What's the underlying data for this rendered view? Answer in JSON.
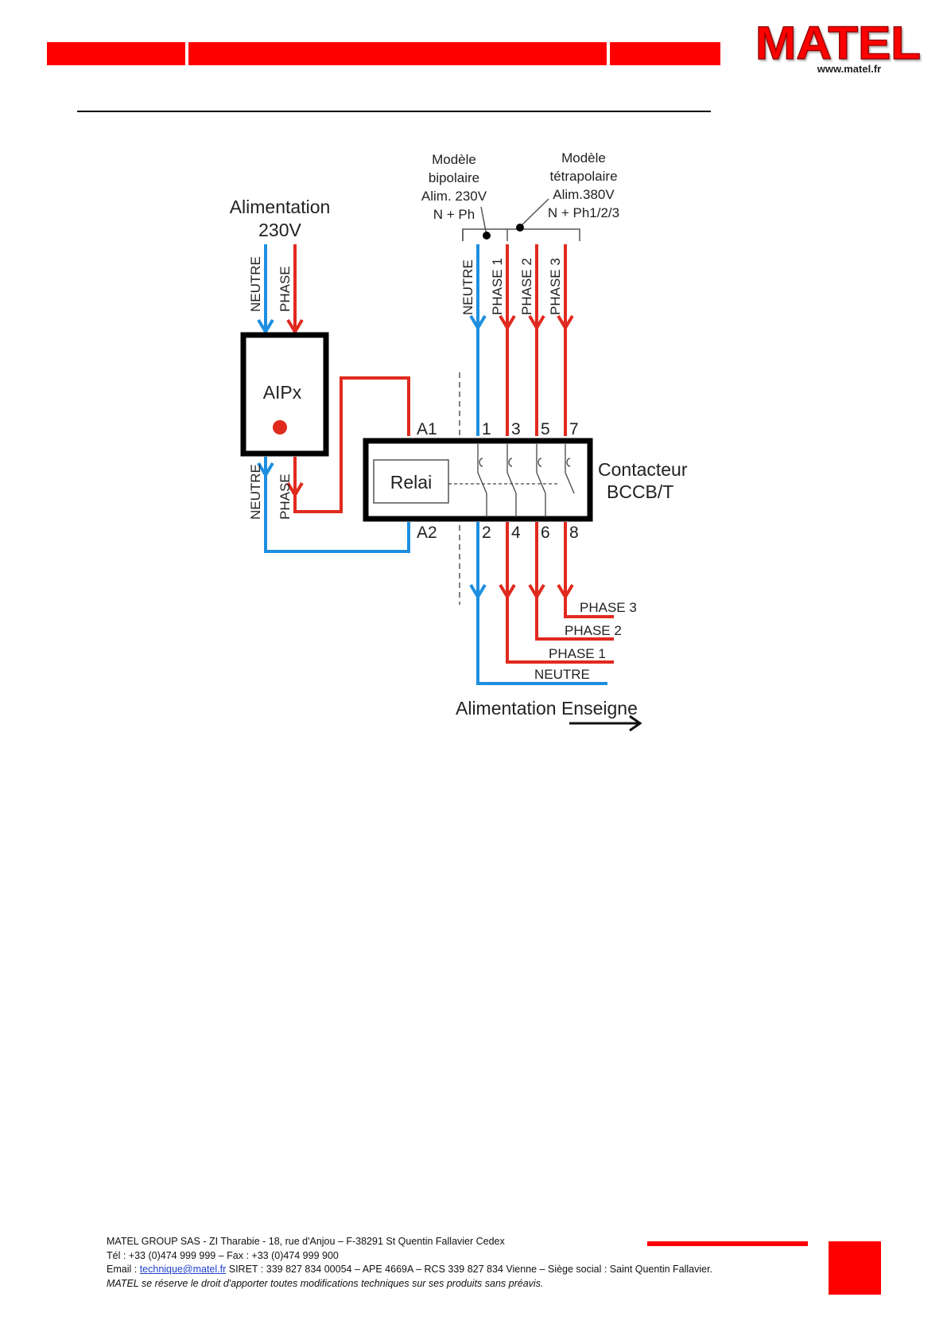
{
  "header": {
    "logo_text": "MATEL",
    "website": "www.matel.fr",
    "accent_color": "#ff0000"
  },
  "diagram": {
    "alimentation_title_line1": "Alimentation",
    "alimentation_title_line2": "230V",
    "in_neutre": "NEUTRE",
    "in_phase": "PHASE",
    "aipx_label": "AIPx",
    "aipx_out_neutre": "NEUTRE",
    "aipx_out_phase": "PHASE",
    "bipolaire": [
      "Modèle",
      "bipolaire",
      "Alim. 230V",
      "N + Ph"
    ],
    "tetrapolaire": [
      "Modèle",
      "tétrapolaire",
      "Alim.380V",
      "N + Ph1/2/3"
    ],
    "top_wires": [
      "NEUTRE",
      "PHASE 1",
      "PHASE 2",
      "PHASE 3"
    ],
    "terminal_a1": "A1",
    "terminal_a2": "A2",
    "terminals_top": [
      "1",
      "3",
      "5",
      "7"
    ],
    "terminals_bottom": [
      "2",
      "4",
      "6",
      "8"
    ],
    "relai_label": "Relai",
    "contacteur_line1": "Contacteur",
    "contacteur_line2": "BCCB/T",
    "out_wires": [
      "PHASE 3",
      "PHASE 2",
      "PHASE 1",
      "NEUTRE"
    ],
    "output_title": "Alimentation Enseigne",
    "neutral_color": "#1e8fe0",
    "phase_color": "#e02a1e"
  },
  "footer": {
    "line1": "MATEL GROUP SAS - ZI Tharabie - 18, rue d'Anjou – F-38291 St Quentin Fallavier Cedex",
    "line2": "Tél : +33 (0)474 999 999 – Fax : +33 (0)474 999 900",
    "email_prefix": "Email : ",
    "email": "technique@matel.fr",
    "line3_rest": " SIRET : 339 827 834 00054 – APE 4669A – RCS 339 827 834 Vienne – Siège social : Saint Quentin Fallavier.",
    "line4": "MATEL se réserve le droit d'apporter toutes modifications techniques sur ses produits sans préavis."
  }
}
